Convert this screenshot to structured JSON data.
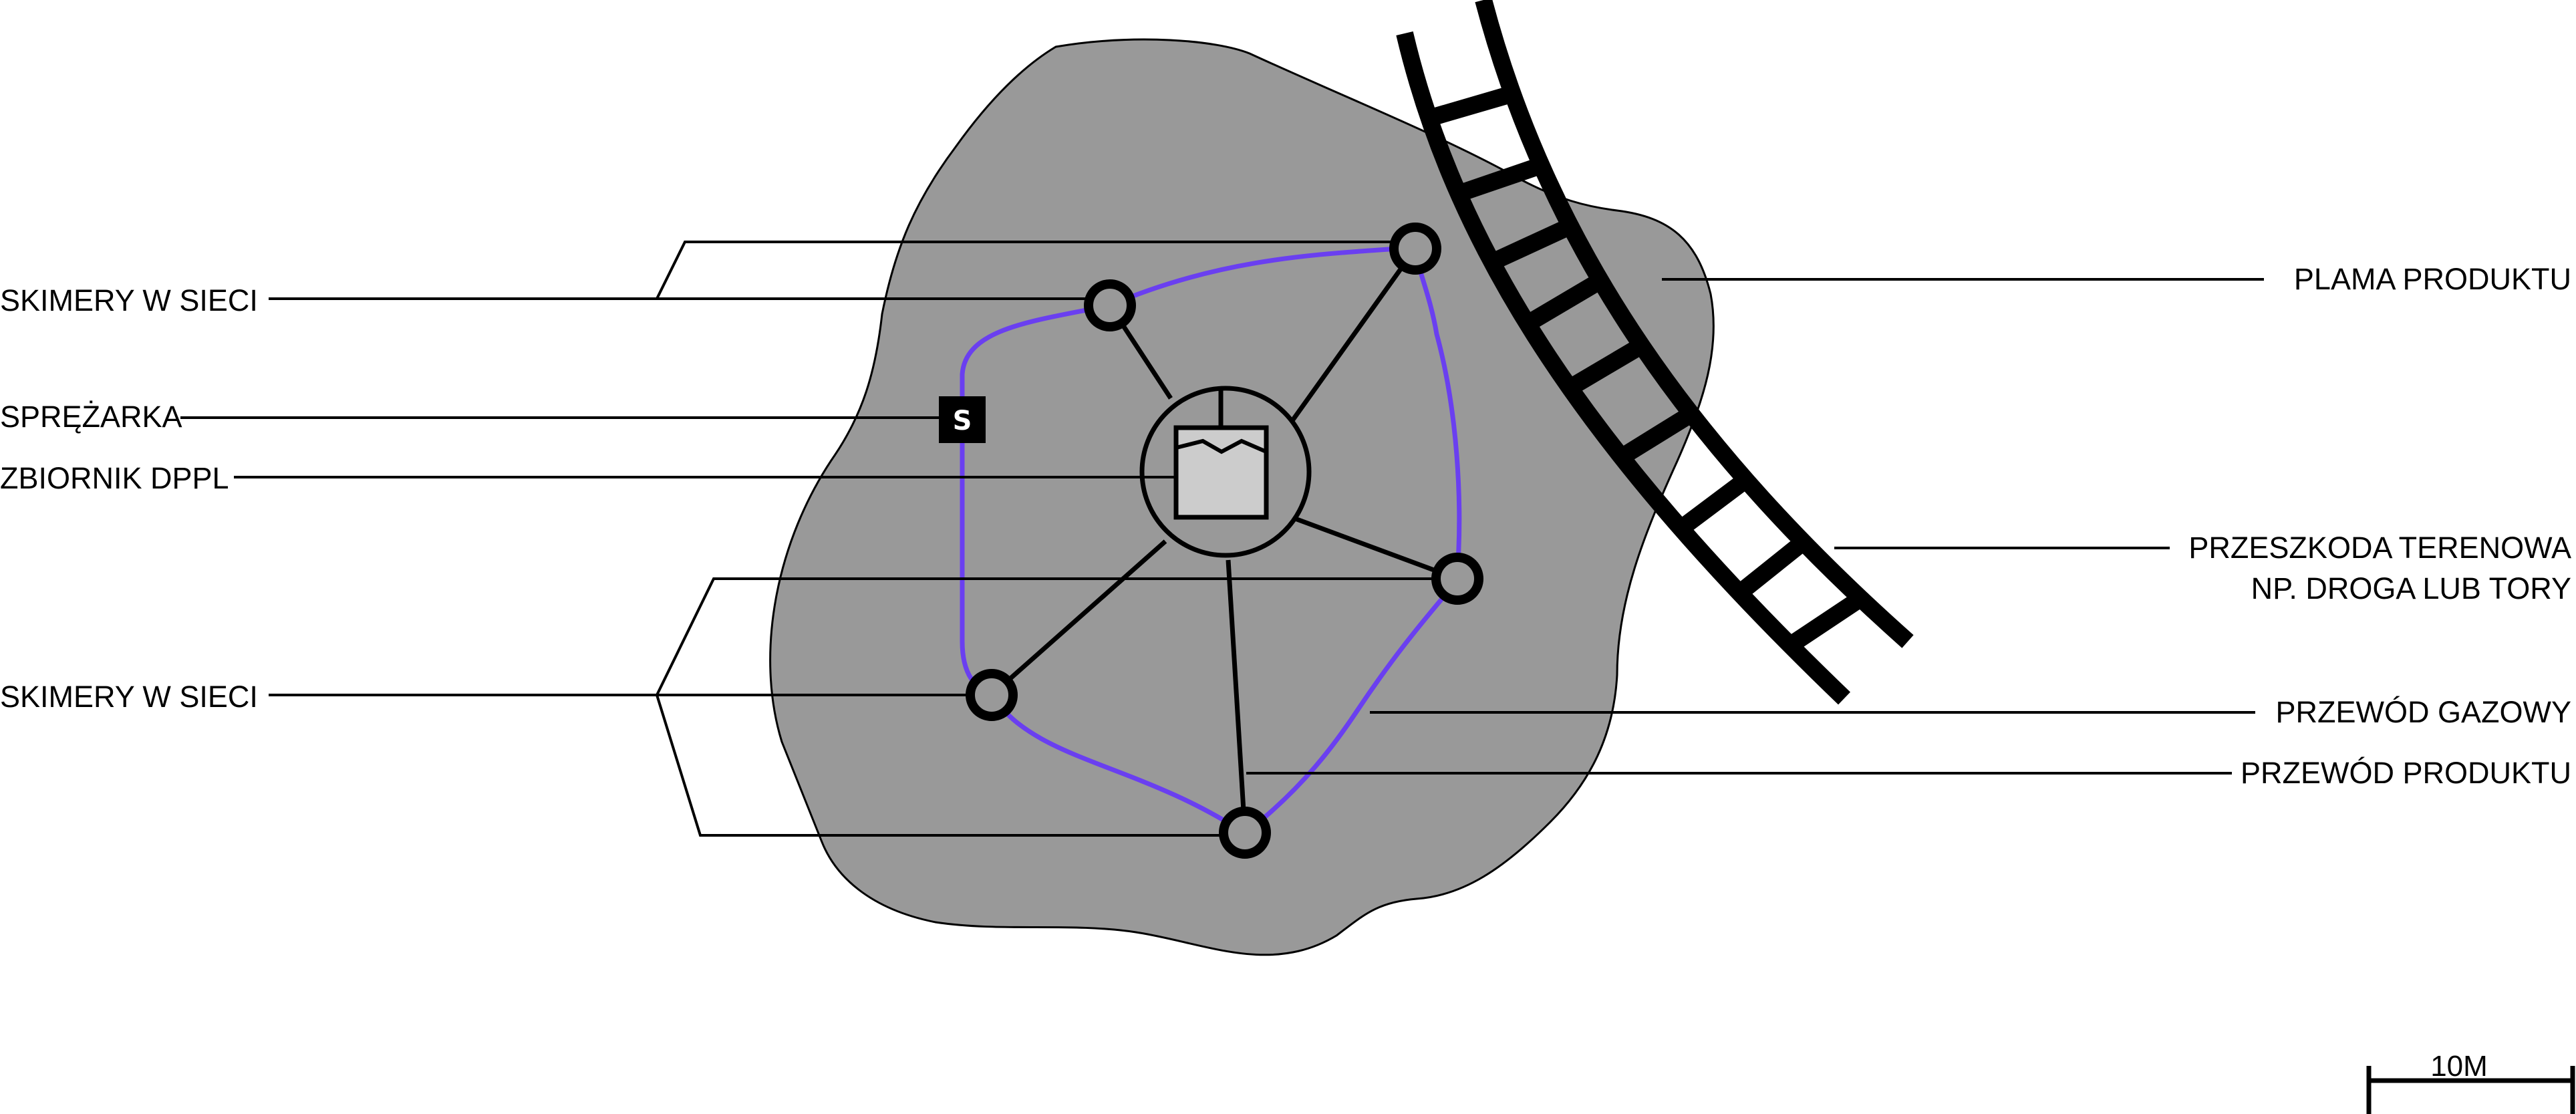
{
  "labels": {
    "skimmers_top": "SKIMERY W SIECI",
    "compressor": "SPRĘŻARKA",
    "tank": "ZBIORNIK DPPL",
    "skimmers_bottom": "SKIMERY W SIECI",
    "slick": "PLAMA PRODUKTU",
    "obstacle_line1": "PRZESZKODA TERENOWA",
    "obstacle_line2": "NP. DROGA LUB TORY",
    "gas_line": "PRZEWÓD GAZOWY",
    "product_line": "PRZEWÓD PRODUKTU"
  },
  "compressor_symbol": "S",
  "scale_bar": {
    "label": "10M"
  },
  "colors": {
    "slick_fill": "#999999",
    "gas_line": "#6a3ff0",
    "product_line": "#000000",
    "tank_fill": "#cccccc",
    "compressor_fill": "#000000"
  },
  "icons": {
    "skimmer": "ring-icon",
    "compressor": "compressor-icon",
    "tank": "tank-icon",
    "railway": "railway-track-icon"
  }
}
